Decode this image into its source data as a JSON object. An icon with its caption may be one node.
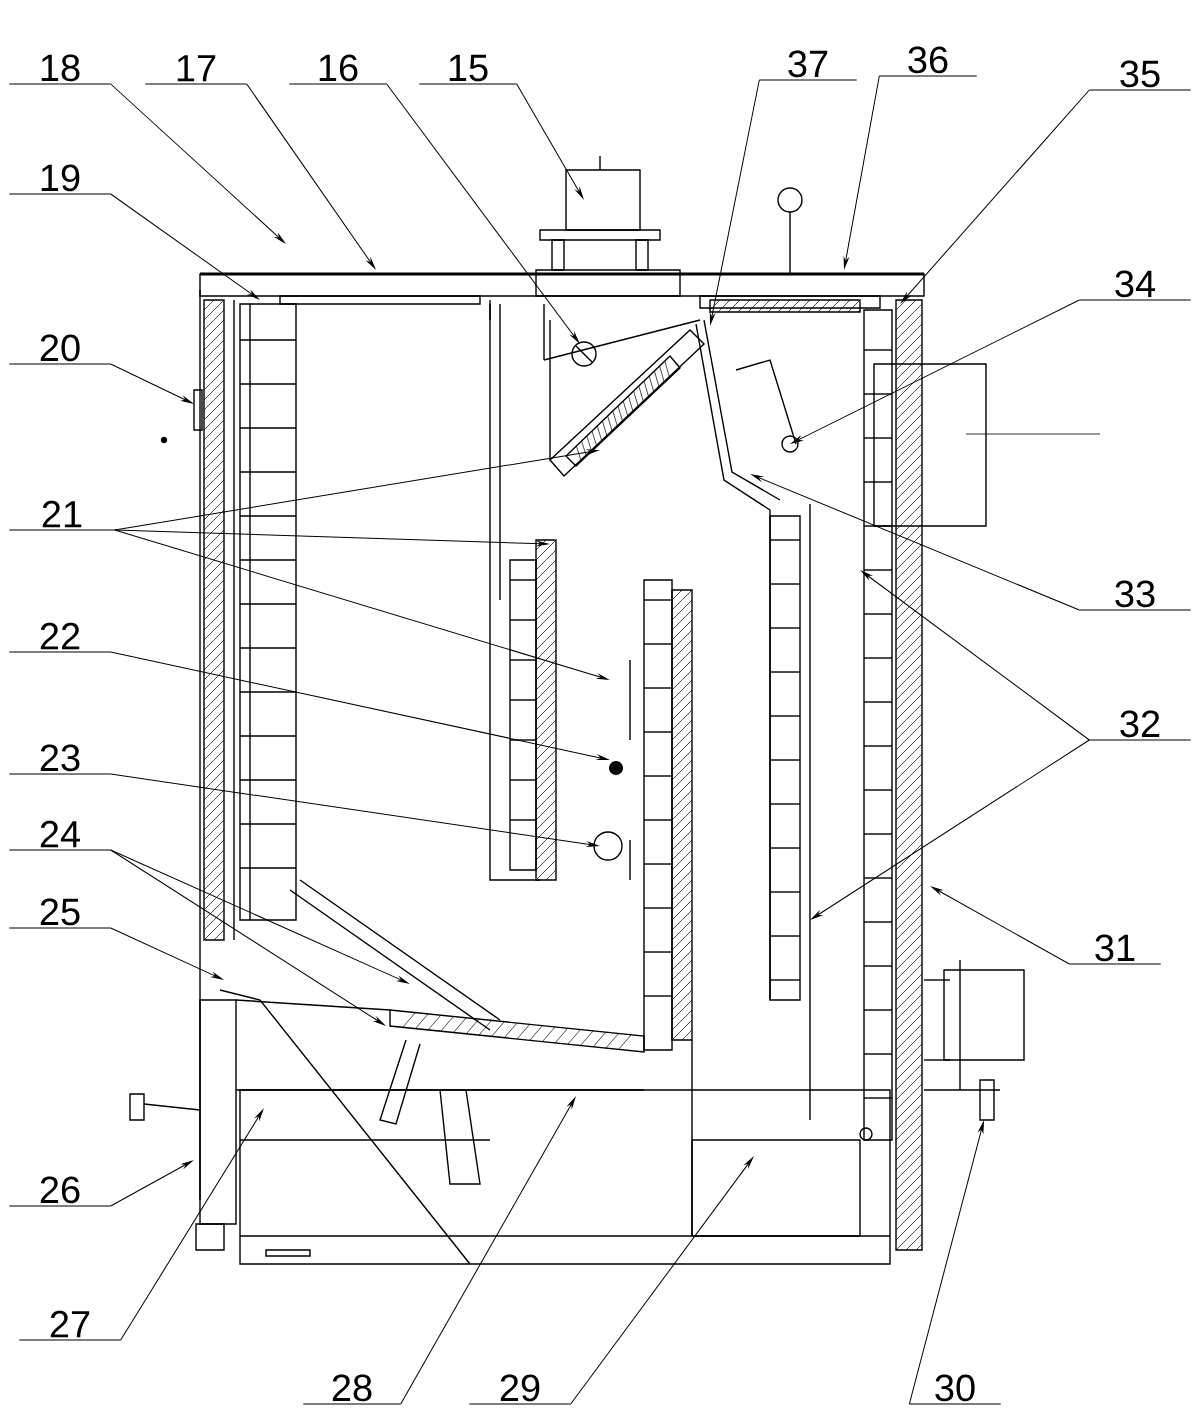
{
  "diagram": {
    "nodes": [
      {
        "text": [
          "18"
        ]
      },
      {
        "text": [
          "17"
        ]
      },
      {
        "text": [
          "16"
        ]
      },
      {
        "text": [
          "15"
        ]
      },
      {
        "text": [
          "37"
        ]
      },
      {
        "text": [
          "36"
        ]
      },
      {
        "text": [
          "35"
        ]
      },
      {
        "text": [
          "19"
        ]
      },
      {
        "text": [
          "20"
        ]
      },
      {
        "text": [
          "34"
        ]
      },
      {
        "text": [
          "21"
        ]
      },
      {
        "text": [
          "33"
        ]
      },
      {
        "text": [
          "22"
        ]
      },
      {
        "text": [
          "32"
        ]
      },
      {
        "text": [
          "23"
        ]
      },
      {
        "text": [
          "31"
        ]
      },
      {
        "text": [
          "24"
        ]
      },
      {
        "text": [
          "25"
        ]
      },
      {
        "text": [
          "26"
        ]
      },
      {
        "text": [
          "27"
        ]
      },
      {
        "text": [
          "28"
        ]
      },
      {
        "text": [
          "29"
        ]
      },
      {
        "text": [
          "30"
        ]
      },
      {
        "text": [],
        "shape": "picture"
      }
    ],
    "edges": [
      {
        "from": 0,
        "to": 23,
        "arrow": "to"
      },
      {
        "from": 1,
        "to": 23,
        "arrow": "to"
      },
      {
        "from": 2,
        "to": 23,
        "arrow": "to"
      },
      {
        "from": 3,
        "to": 23,
        "arrow": "to"
      },
      {
        "from": 4,
        "to": 23,
        "arrow": "to"
      },
      {
        "from": 5,
        "to": 23,
        "arrow": "to"
      },
      {
        "from": 6,
        "to": 23,
        "arrow": "to"
      },
      {
        "from": 7,
        "to": 23,
        "arrow": "to"
      },
      {
        "from": 8,
        "to": 23,
        "arrow": "to"
      },
      {
        "from": 9,
        "to": 23,
        "arrow": "to"
      },
      {
        "from": 10,
        "to": 23,
        "arrow": "to"
      },
      {
        "from": 10,
        "to": 23,
        "arrow": "to"
      },
      {
        "from": 10,
        "to": 23,
        "arrow": "to"
      },
      {
        "from": 11,
        "to": 23,
        "arrow": "to"
      },
      {
        "from": 12,
        "to": 23,
        "arrow": "to"
      },
      {
        "from": 13,
        "to": 23,
        "arrow": "to"
      },
      {
        "from": 13,
        "to": 23,
        "arrow": "to"
      },
      {
        "from": 14,
        "to": 23,
        "arrow": "to"
      },
      {
        "from": 15,
        "to": 23,
        "arrow": "to"
      },
      {
        "from": 16,
        "to": 23,
        "arrow": "to"
      },
      {
        "from": 16,
        "to": 23,
        "arrow": "to"
      },
      {
        "from": 17,
        "to": 23,
        "arrow": "to"
      },
      {
        "from": 18,
        "to": 23,
        "arrow": "to"
      },
      {
        "from": 19,
        "to": 23,
        "arrow": "to"
      },
      {
        "from": 20,
        "to": 23,
        "arrow": "to"
      },
      {
        "from": 21,
        "to": 23,
        "arrow": "to"
      },
      {
        "from": 22,
        "to": 23,
        "arrow": "to"
      }
    ]
  }
}
